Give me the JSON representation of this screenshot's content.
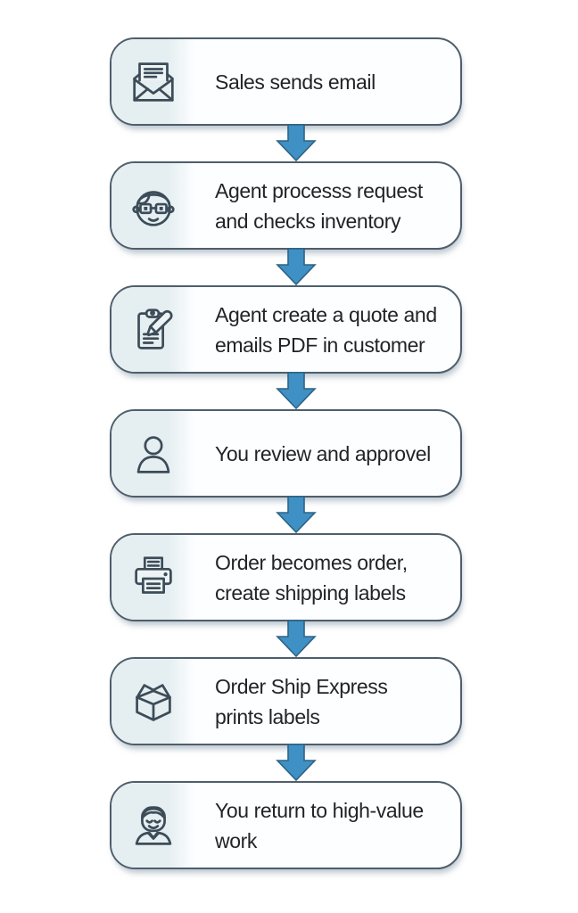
{
  "colors": {
    "box_border": "#4e5e6c",
    "box_bg": "#fdfeff",
    "panel_bg": "#e5eef1",
    "arrow_fill": "#3f90c5",
    "arrow_edge": "#2d6385",
    "icon_stroke": "#3c4c58",
    "text_color": "#1f2428",
    "page_bg": "#ffffff"
  },
  "flow": {
    "type": "flowchart",
    "direction": "top-to-bottom",
    "steps": [
      {
        "icon": "envelope-open-icon",
        "line1": "Sales sends email",
        "line2": ""
      },
      {
        "icon": "agent-face-icon",
        "line1": "Agent processs request",
        "line2": "and checks inventory"
      },
      {
        "icon": "clipboard-pencil-icon",
        "line1": "Agent create a quote and",
        "line2": "emails PDF in customer"
      },
      {
        "icon": "person-silhouette-icon",
        "line1": "You review and approvel",
        "line2": ""
      },
      {
        "icon": "printer-icon",
        "line1": "Order becomes order,",
        "line2": "create shipping labels"
      },
      {
        "icon": "open-box-icon",
        "line1": "Order Ship Express",
        "line2": "prints labels"
      },
      {
        "icon": "smiling-person-icon",
        "line1": "You return to high-value",
        "line2": "work"
      }
    ]
  }
}
